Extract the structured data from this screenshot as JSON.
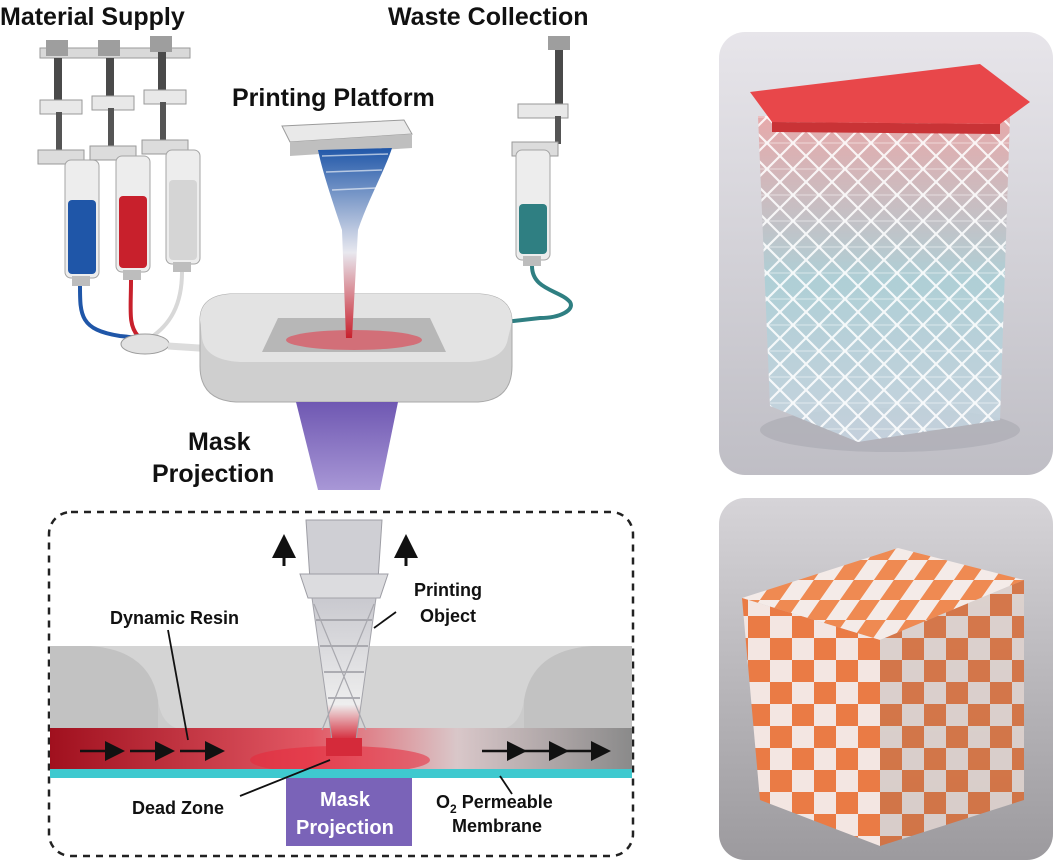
{
  "labels": {
    "material_supply": "Material Supply",
    "waste_collection": "Waste Collection",
    "printing_platform": "Printing Platform",
    "mask_projection_line1": "Mask",
    "mask_projection_line2": "Projection",
    "dynamic_resin": "Dynamic Resin",
    "printing_object_line1": "Printing",
    "printing_object_line2": "Object",
    "dead_zone": "Dead Zone",
    "inset_mask_line1": "Mask",
    "inset_mask_line2": "Projection",
    "o2_prefix": "O",
    "o2_subscript": "2",
    "o2_rest": " Permeable",
    "membrane": "Membrane"
  },
  "colors": {
    "blue_resin": "#1f56a8",
    "red_resin": "#c8202c",
    "white_resin": "#e6e6e6",
    "waste_resin": "#2f7f82",
    "projection": "#7a63b8",
    "membrane": "#3fc9cf",
    "vat": "#cfcfcf"
  }
}
